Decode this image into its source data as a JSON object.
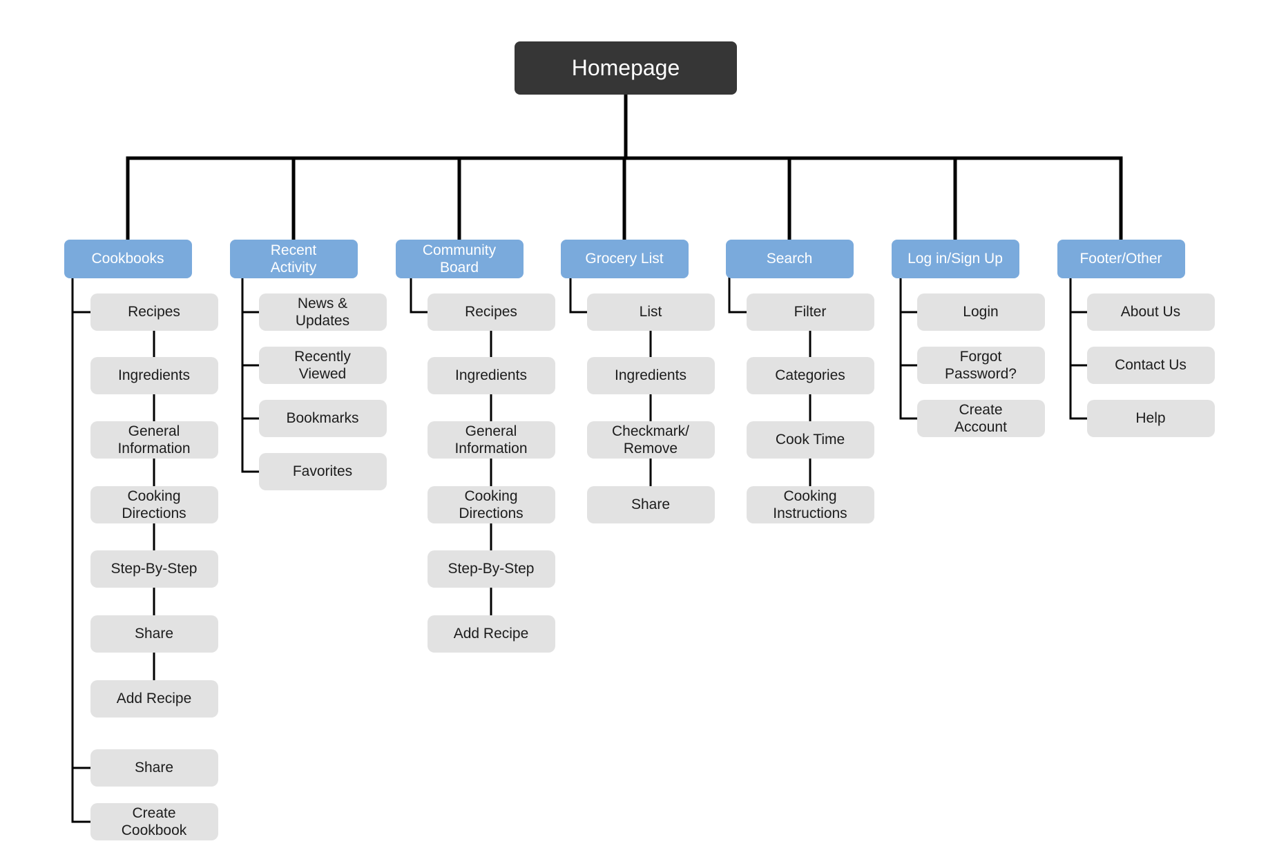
{
  "root": {
    "label": "Homepage"
  },
  "colors": {
    "root_fill": "#363636",
    "category_fill": "#7aaadc",
    "item_fill": "#e2e2e2",
    "connector": "#000000"
  },
  "categories": [
    {
      "label": "Cookbooks",
      "items": [
        "Recipes",
        "Ingredients",
        "General\nInformation",
        "Cooking\nDirections",
        "Step-By-Step",
        "Share",
        "Add Recipe",
        "Share",
        "Create\nCookbook"
      ]
    },
    {
      "label": "Recent\nActivity",
      "items": [
        "News &\nUpdates",
        "Recently\nViewed",
        "Bookmarks",
        "Favorites"
      ]
    },
    {
      "label": "Community\nBoard",
      "items": [
        "Recipes",
        "Ingredients",
        "General\nInformation",
        "Cooking\nDirections",
        "Step-By-Step",
        "Add Recipe"
      ]
    },
    {
      "label": "Grocery List",
      "items": [
        "List",
        "Ingredients",
        "Checkmark/\nRemove",
        "Share"
      ]
    },
    {
      "label": "Search",
      "items": [
        "Filter",
        "Categories",
        "Cook Time",
        "Cooking\nInstructions"
      ]
    },
    {
      "label": "Log in/Sign Up",
      "items": [
        "Login",
        "Forgot\nPassword?",
        "Create\nAccount"
      ]
    },
    {
      "label": "Footer/Other",
      "items": [
        "About Us",
        "Contact Us",
        "Help"
      ]
    }
  ]
}
